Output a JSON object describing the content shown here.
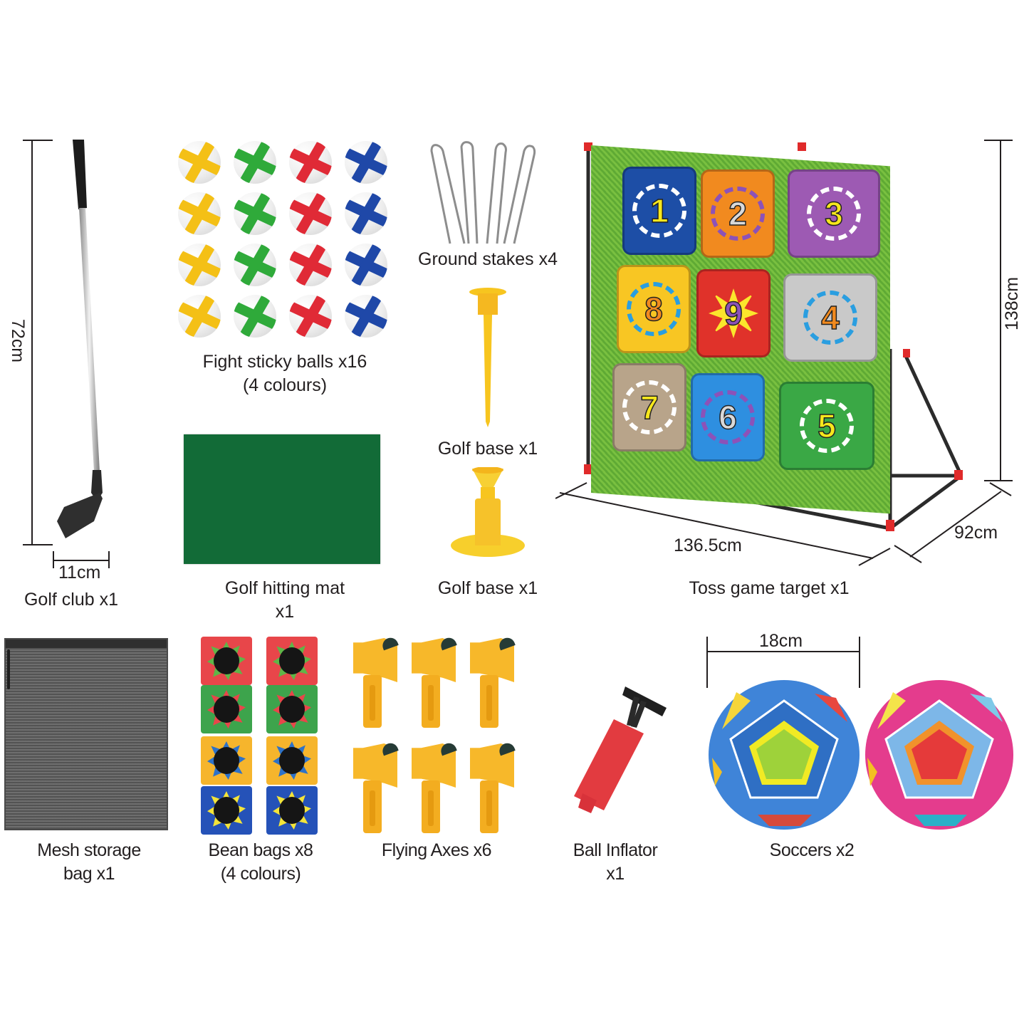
{
  "items": {
    "golf_club": {
      "label": "Golf club x1",
      "height": "72cm",
      "width": "11cm"
    },
    "sticky_balls": {
      "label_line1": "Fight sticky balls x16",
      "label_line2": "(4 colours)",
      "colors": [
        "#f4c016",
        "#2faa3a",
        "#e02a36",
        "#1f48a8"
      ]
    },
    "ground_stakes": {
      "label": "Ground stakes x4"
    },
    "golf_base_tee": {
      "label": "Golf base x1"
    },
    "golf_base_cup": {
      "label": "Golf base x1"
    },
    "hitting_mat": {
      "label_line1": "Golf hitting mat",
      "label_line2": "x1",
      "color": "#126b37"
    },
    "toss_target": {
      "label": "Toss game target x1",
      "height": "138cm",
      "width": "136.5cm",
      "depth": "92cm",
      "tiles": [
        {
          "num": "1",
          "bg": "#1d4ea6",
          "ring": "#ffffff",
          "numColor": "#f7e71c"
        },
        {
          "num": "2",
          "bg": "#f18a1f",
          "ring": "#8c52b8",
          "numColor": "#d9d9d9"
        },
        {
          "num": "3",
          "bg": "#9d5ab3",
          "ring": "#ffffff",
          "numColor": "#f7e71c"
        },
        {
          "num": "8",
          "bg": "#f8c623",
          "ring": "#2a9ee0",
          "numColor": "#f18a1f"
        },
        {
          "num": "9",
          "bg": "#e0322a",
          "ring": "#fbe62c",
          "numColor": "#8c52b8"
        },
        {
          "num": "4",
          "bg": "#c9c9c9",
          "ring": "#2a9ee0",
          "numColor": "#f18a1f"
        },
        {
          "num": "7",
          "bg": "#b8a48a",
          "ring": "#ffffff",
          "numColor": "#f7e71c"
        },
        {
          "num": "6",
          "bg": "#2e8fe0",
          "ring": "#8c52b8",
          "numColor": "#d9d9d9"
        },
        {
          "num": "5",
          "bg": "#3aa845",
          "ring": "#ffffff",
          "numColor": "#f7e71c"
        }
      ]
    },
    "mesh_bag": {
      "label_line1": "Mesh storage",
      "label_line2": "bag x1"
    },
    "bean_bags": {
      "label_line1": "Bean bags x8",
      "label_line2": "(4 colours)",
      "rows": [
        {
          "bg": "#e8464a",
          "star": "#5fb548"
        },
        {
          "bg": "#3da44c",
          "star": "#e8464a"
        },
        {
          "bg": "#f6b52c",
          "star": "#2e72c8"
        },
        {
          "bg": "#2552b8",
          "star": "#f3e43a"
        }
      ]
    },
    "flying_axes": {
      "label": "Flying Axes x6"
    },
    "ball_inflator": {
      "label_line1": "Ball Inflator",
      "label_line2": "x1"
    },
    "soccers": {
      "label": "Soccers x2",
      "diameter": "18cm"
    }
  }
}
